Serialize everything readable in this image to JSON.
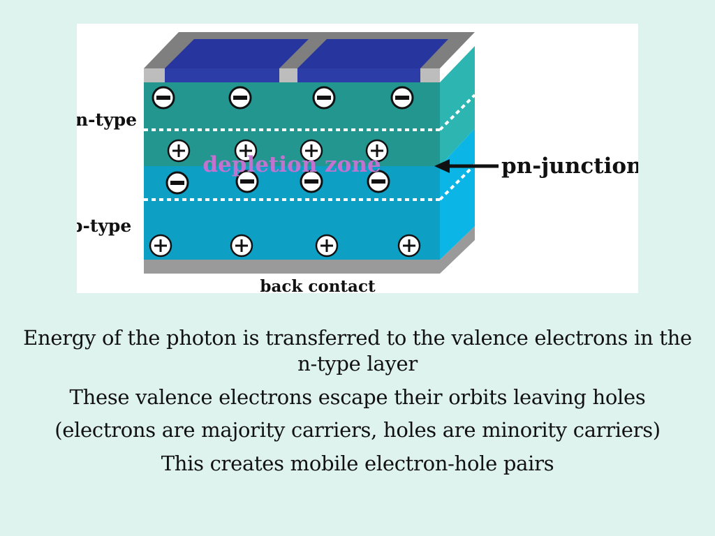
{
  "diagram": {
    "labels": {
      "n_type": "n-type",
      "p_type": "p-type",
      "depletion_zone": "depletion zone",
      "pn_junction": "pn-junction",
      "back_contact": "back contact"
    },
    "charges": {
      "negative_symbol": "−",
      "positive_symbol": "+",
      "n_region": "negative",
      "depletion_upper": "positive",
      "depletion_lower": "negative",
      "p_region": "positive"
    },
    "colors": {
      "top_contact": "#27359f",
      "n_layer": "#22968f",
      "p_layer": "#0e9fc4",
      "back_contact": "#9a9a9a",
      "depletion_text": "#c074d0",
      "junction_side": "#0bb6e6"
    }
  },
  "text": {
    "line1_pre": "Energy of the photon is transferred to the valence electrons in the ",
    "line1_emph": "n-type layer",
    "line2": "These valence electrons escape their orbits leaving holes",
    "line3": "(electrons are majority carriers, holes are minority carriers)",
    "line4": "This creates  mobile electron-hole pairs"
  }
}
